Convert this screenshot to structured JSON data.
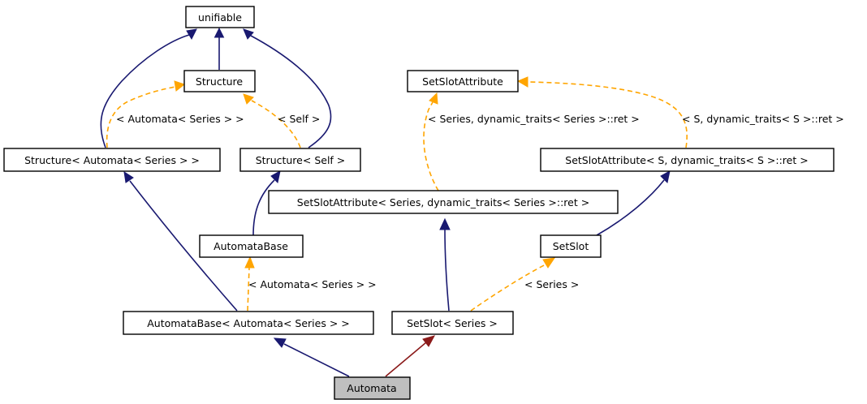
{
  "nodes": {
    "unifiable": "unifiable",
    "structure": "Structure",
    "setslotattribute": "SetSlotAttribute",
    "structure_automata": "Structure< Automata< Series > >",
    "structure_self": "Structure< Self >",
    "setslotattribute_s": "SetSlotAttribute< S, dynamic_traits< S >::ret >",
    "setslotattribute_series": "SetSlotAttribute< Series, dynamic_traits< Series >::ret >",
    "automatabase": "AutomataBase",
    "setslot": "SetSlot",
    "automatabase_automata": "AutomataBase< Automata< Series > >",
    "setslot_series": "SetSlot< Series >",
    "automata": "Automata"
  },
  "edge_labels": {
    "automata_series_1": "< Automata< Series > >",
    "self": "< Self >",
    "series_dynamic": "< Series, dynamic_traits< Series >::ret >",
    "s_dynamic": "< S, dynamic_traits< S >::ret >",
    "automata_series_2": "< Automata< Series > >",
    "series": "< Series >"
  },
  "colors": {
    "inheritance": "#191970",
    "template_instance": "#ffa500",
    "private_inheritance": "#8b1a1a",
    "highlight_fill": "#bfbfbf"
  }
}
